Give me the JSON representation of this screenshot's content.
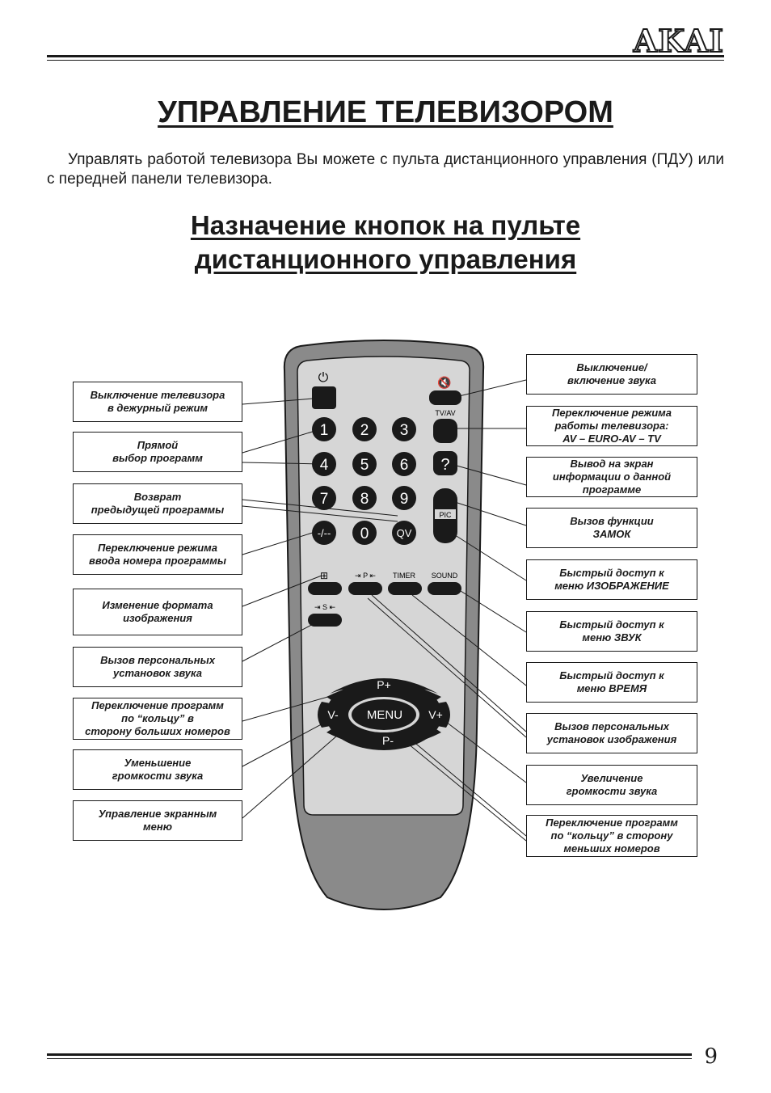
{
  "header": {
    "brand": "AKAI"
  },
  "title": "УПРАВЛЕНИЕ ТЕЛЕВИЗОРОМ",
  "intro": "Управлять работой телевизора Вы можете с пульта дистанционного управления (ПДУ) или с передней панели телевизора.",
  "subtitle": {
    "line1": "Назначение кнопок на пульте",
    "line2": "дистанционного управления"
  },
  "remote": {
    "buttons": {
      "tvav": "TV/AV",
      "d1": "1",
      "d2": "2",
      "d3": "3",
      "d4": "4",
      "d5": "5",
      "d6": "6",
      "d7": "7",
      "d8": "8",
      "d9": "9",
      "dash": "-/--",
      "d0": "0",
      "qv": "QV",
      "info": "?",
      "pic": "PIC",
      "p_label": "⇥ P ⇤",
      "timer": "TIMER",
      "sound": "SOUND",
      "s_label": "⇥ S ⇤",
      "pplus": "P+",
      "pminus": "P-",
      "vminus": "V-",
      "vplus": "V+",
      "menu": "MENU"
    }
  },
  "callouts_left": [
    "Выключение телевизора\nв дежурный режим",
    "Прямой\nвыбор программ",
    "Возврат\nпредыдущей программы",
    "Переключение режима\nввода номера программы",
    "Изменение формата\nизображения",
    "Вызов персональных\nустановок звука",
    "Переключение программ\nпо “кольцу” в\nсторону больших номеров",
    "Уменьшение\nгромкости звука",
    "Управление  экранным\nменю"
  ],
  "callouts_right": [
    "Выключение/\nвключение звука",
    "Переключение режима\nработы телевизора:\nAV – EURO-AV – TV",
    "Вывод  на  экран\nинформации о  данной\nпрограмме",
    "Вызов функции\nЗАМОК",
    "Быстрый доступ к\nменю ИЗОБРАЖЕНИЕ",
    "Быстрый доступ к\nменю ЗВУК",
    "Быстрый доступ к\nменю  ВРЕМЯ",
    "Вызов персональных\nустановок изображения",
    "Увеличение\nгромкости звука",
    "Переключение программ\nпо “кольцу” в сторону\nменьших номеров"
  ],
  "footer": {
    "page_number": "9"
  }
}
